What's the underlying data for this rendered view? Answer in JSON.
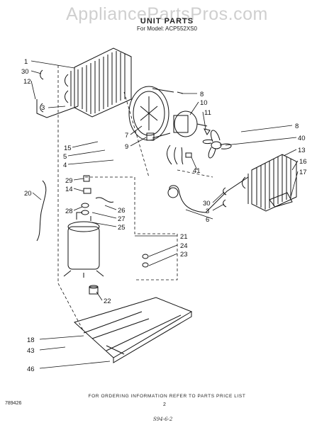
{
  "watermark": "AppliancePartsPros.com",
  "title": "UNIT PARTS",
  "subtitle": "For Model: ACP552XS0",
  "footer_note": "FOR ORDERING INFORMATION REFER TO PARTS PRICE LIST",
  "doc_number": "789426",
  "page_number": "2",
  "signature": "S94-6-2",
  "callouts": {
    "c1": "1",
    "c30a": "30",
    "c12": "12",
    "c3a": "3",
    "c15": "15",
    "c5": "5",
    "c4": "4",
    "c20": "20",
    "c29": "29",
    "c14": "14",
    "c28": "28",
    "c26": "26",
    "c27": "27",
    "c25": "25",
    "c21": "21",
    "c24": "24",
    "c23": "23",
    "c22": "22",
    "c18": "18",
    "c43": "43",
    "c46": "46",
    "c8a": "8",
    "c10": "10",
    "c11": "11",
    "c7": "7",
    "c9": "9",
    "c8b": "8",
    "c40": "40",
    "c41": "41",
    "c13": "13",
    "c16": "16",
    "c17": "17",
    "c30b": "30",
    "c3b": "3",
    "c6": "6"
  }
}
